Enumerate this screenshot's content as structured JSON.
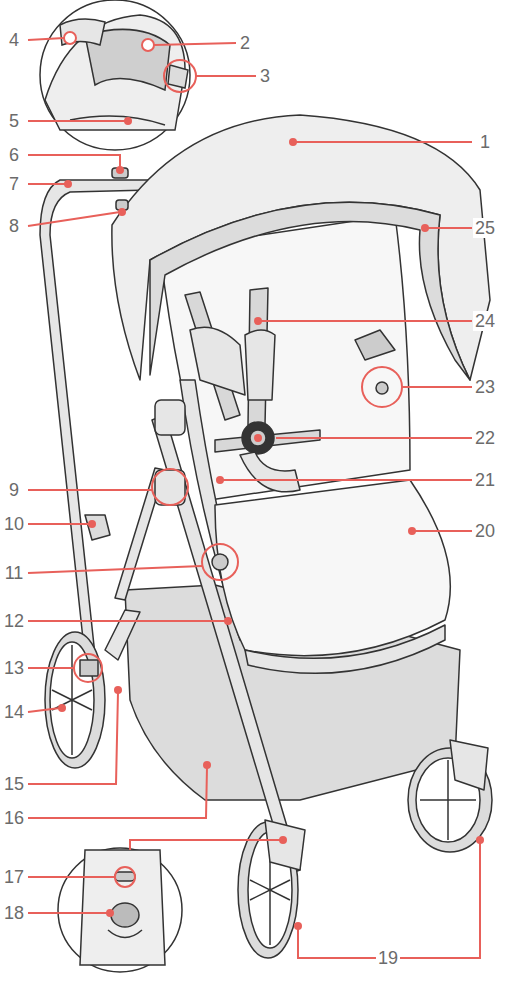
{
  "diagram": {
    "labels": [
      "4",
      "2",
      "1",
      "3",
      "5",
      "6",
      "7",
      "8",
      "25",
      "24",
      "23",
      "22",
      "9",
      "21",
      "10",
      "20",
      "11",
      "12",
      "13",
      "14",
      "15",
      "16",
      "17",
      "18",
      "19"
    ]
  }
}
